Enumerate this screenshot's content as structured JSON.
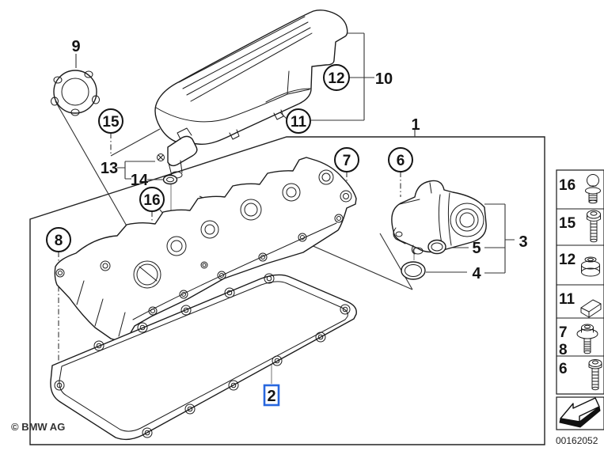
{
  "footer": {
    "copyright": "© BMW AG",
    "image_number": "00162052"
  },
  "colors": {
    "line": "#1c1c1c",
    "background": "#ffffff",
    "highlight": "#2867de"
  },
  "callouts": {
    "c1": {
      "label": "1"
    },
    "c2": {
      "label": "2",
      "highlighted": true
    },
    "c3": {
      "label": "3"
    },
    "c4": {
      "label": "4"
    },
    "c5": {
      "label": "5"
    },
    "c6": {
      "label": "6",
      "circled": true
    },
    "c7": {
      "label": "7",
      "circled": true
    },
    "c8": {
      "label": "8",
      "circled": true
    },
    "c9": {
      "label": "9"
    },
    "c10": {
      "label": "10"
    },
    "c11": {
      "label": "11",
      "circled": true
    },
    "c12": {
      "label": "12",
      "circled": true
    },
    "c13": {
      "label": "13"
    },
    "c14": {
      "label": "14"
    },
    "c15": {
      "label": "15",
      "circled": true
    },
    "c16": {
      "label": "16",
      "circled": true
    }
  },
  "legend": {
    "items": [
      {
        "ref": "16",
        "icon": "ball-pin-bolt-icon"
      },
      {
        "ref": "15",
        "icon": "cylinder-head-screw-icon"
      },
      {
        "ref": "12",
        "icon": "grommet-icon"
      },
      {
        "ref": "11",
        "icon": "rubber-buffer-icon"
      },
      {
        "ref": "7",
        "ref2": "8",
        "icon": "screw-with-washer-icon"
      },
      {
        "ref": "6",
        "icon": "fillister-screw-icon"
      }
    ],
    "arrow_icon": "direction-arrow-icon"
  }
}
